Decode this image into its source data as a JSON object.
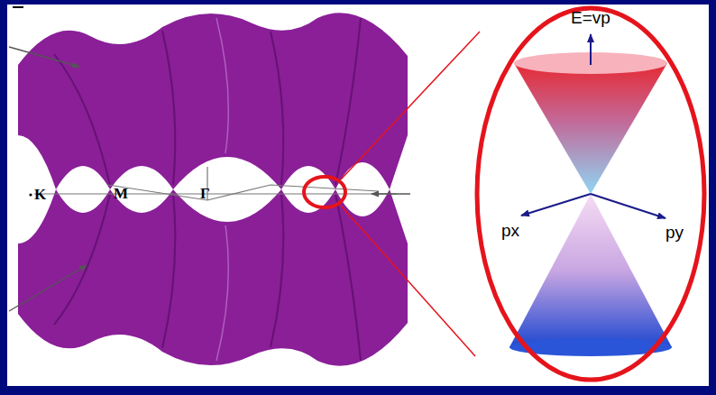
{
  "diagram": {
    "labels": [
      "K",
      "M",
      "Γ",
      "E=vp",
      "px",
      "py"
    ]
  }
}
